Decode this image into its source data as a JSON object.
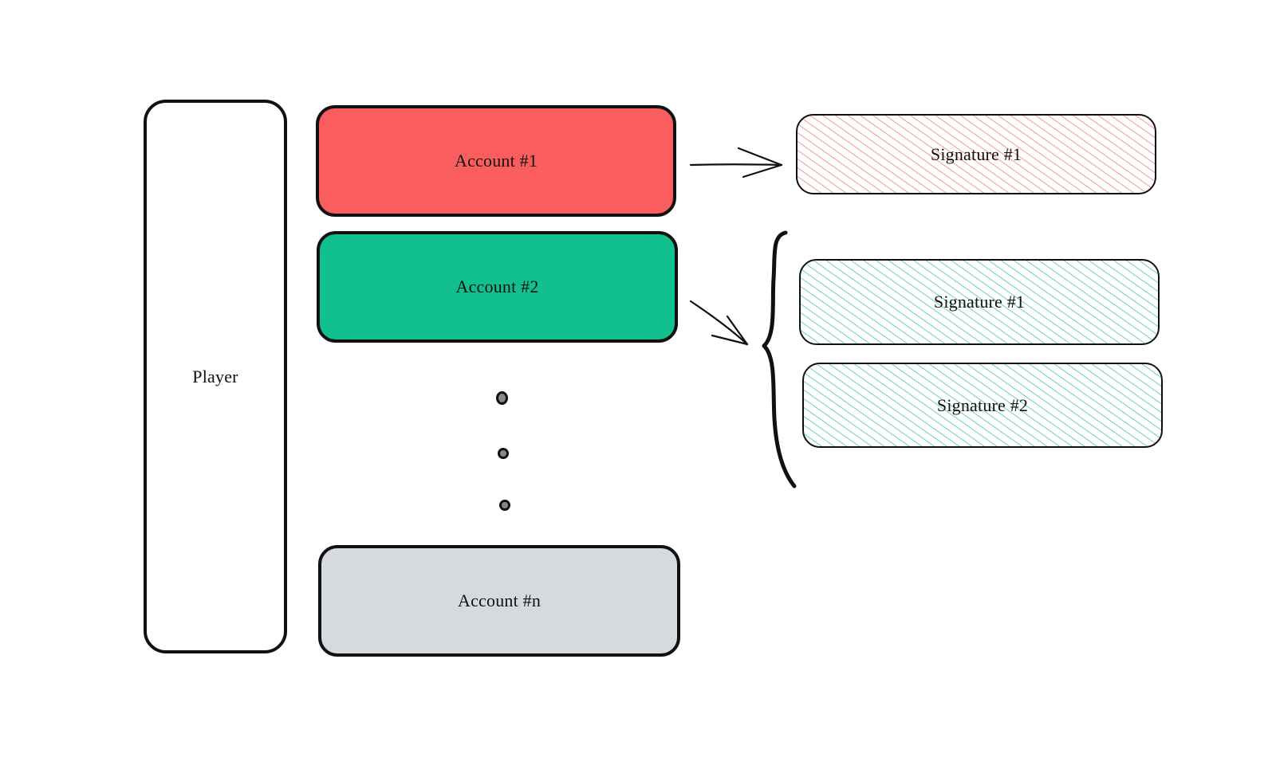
{
  "diagram": {
    "player": {
      "label": "Player"
    },
    "accounts": [
      {
        "label": "Account #1",
        "color": "#fa5d5d"
      },
      {
        "label": "Account #2",
        "color": "#12c08f"
      },
      {
        "label": "Account #n",
        "color": "#d6dadf"
      }
    ],
    "signatures": {
      "account_1": [
        {
          "label": "Signature #1",
          "hatch_color": "#fa5d5d"
        }
      ],
      "account_2": [
        {
          "label": "Signature #1",
          "hatch_color": "#12c08f"
        },
        {
          "label": "Signature #2",
          "hatch_color": "#12c08f"
        }
      ]
    },
    "ellipsis_marker": "vertical-dots",
    "stroke_color": "#111111"
  }
}
